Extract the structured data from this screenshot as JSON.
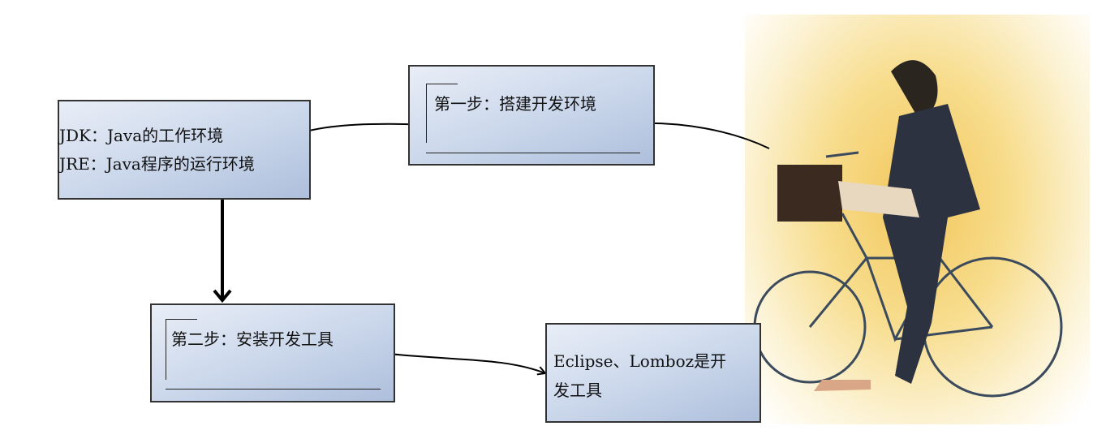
{
  "step1": {
    "label": "第一步：搭建开发环境"
  },
  "jdk_box": {
    "line1": "JDK：Java的工作环境",
    "line2": "JRE：Java程序的运行环境"
  },
  "step2": {
    "label": "第二步：安装开发工具"
  },
  "tools_box": {
    "line1": "Eclipse、Lomboz是开",
    "line2": "发工具"
  },
  "colors": {
    "box_top": "#e9eef7",
    "box_bottom": "#aebfdc",
    "border": "#333333",
    "illustration_bg": "#f3c65a"
  }
}
